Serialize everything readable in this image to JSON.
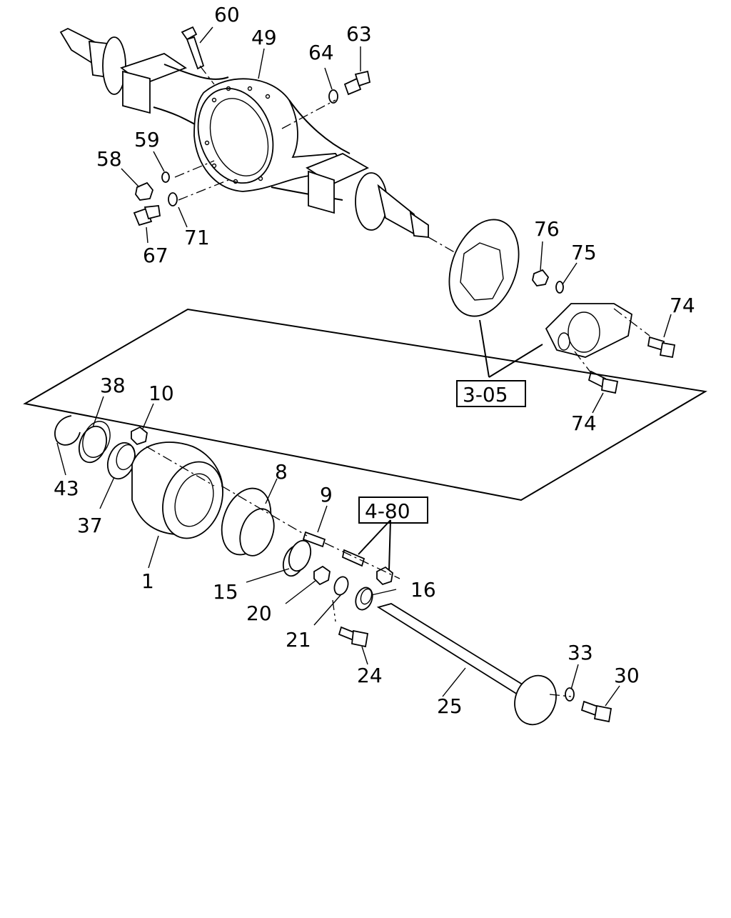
{
  "diagram": {
    "callouts": {
      "c60": "60",
      "c49": "49",
      "c64": "64",
      "c63": "63",
      "c59": "59",
      "c58": "58",
      "c67": "67",
      "c71": "71",
      "c76": "76",
      "c75": "75",
      "c74a": "74",
      "c74b": "74",
      "c38": "38",
      "c10": "10",
      "c43": "43",
      "c37": "37",
      "c1": "1",
      "c8": "8",
      "c9": "9",
      "c15": "15",
      "c20": "20",
      "c21": "21",
      "c16": "16",
      "c24": "24",
      "c25": "25",
      "c33": "33",
      "c30": "30"
    },
    "references": {
      "ref305": "3-05",
      "ref480": "4-80"
    }
  }
}
